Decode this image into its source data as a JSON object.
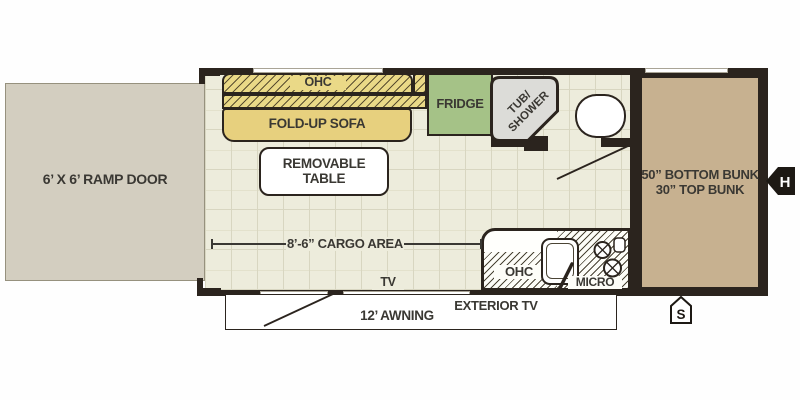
{
  "title": "Toy hauler travel trailer floor plan",
  "labels": {
    "ramp_door": "6’ X 6’ RAMP DOOR",
    "overhead_cabinet": "OHC",
    "sofa": "FOLD-UP SOFA",
    "table_line1": "REMOVABLE",
    "table_line2": "TABLE",
    "fridge": "FRIDGE",
    "tub_line1": "TUB/",
    "tub_line2": "SHOWER",
    "bunk_line1": "50” BOTTOM BUNK",
    "bunk_line2": "30” TOP BUNK",
    "cargo_area": "8’-6” CARGO AREA",
    "tv": "TV",
    "kitchen_ohc": "OHC",
    "microwave": "MICRO",
    "exterior_tv": "EXTERIOR TV",
    "awning": "12’ AWNING",
    "marker_h": "H",
    "marker_s": "S"
  },
  "colors": {
    "wall": "#2b241e",
    "floor": "#edecdc",
    "floor_grout": "#d8d6c1",
    "ramp_door": "#d3cec0",
    "cabinet_yellow": "#ead987",
    "sofa_yellow": "#e7d07e",
    "fridge_green": "#a5c287",
    "bunk_tan": "#c7b190",
    "tub_gray": "#dcdcd8",
    "text": "#3a3833"
  }
}
